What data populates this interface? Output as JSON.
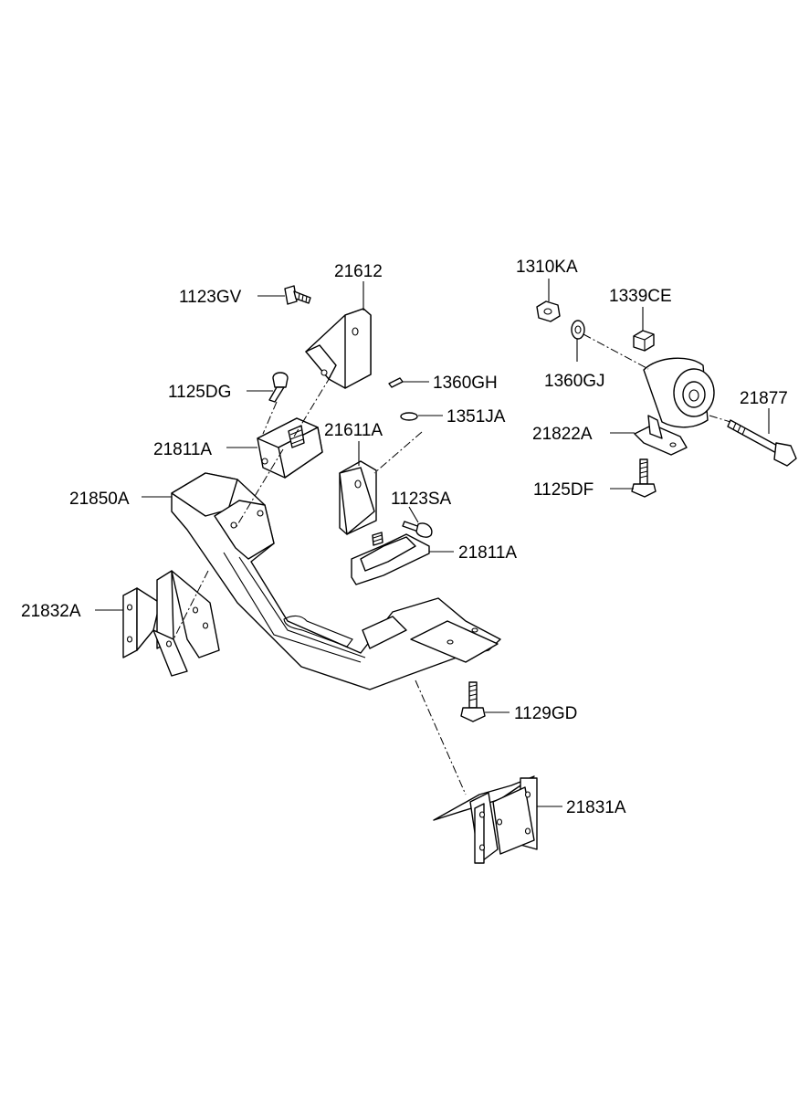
{
  "labels": {
    "l_1123GV": "1123GV",
    "l_21612": "21612",
    "l_1125DG": "1125DG",
    "l_21811A_top": "21811A",
    "l_21850A": "21850A",
    "l_1360GH": "1360GH",
    "l_1351JA": "1351JA",
    "l_21611A": "21611A",
    "l_1123SA": "1123SA",
    "l_21811A_mid": "21811A",
    "l_1310KA": "1310KA",
    "l_1339CE": "1339CE",
    "l_1360GJ": "1360GJ",
    "l_21877": "21877",
    "l_21822A": "21822A",
    "l_1125DF": "1125DF",
    "l_21832A": "21832A",
    "l_1129GD": "1129GD",
    "l_21831A": "21831A"
  }
}
